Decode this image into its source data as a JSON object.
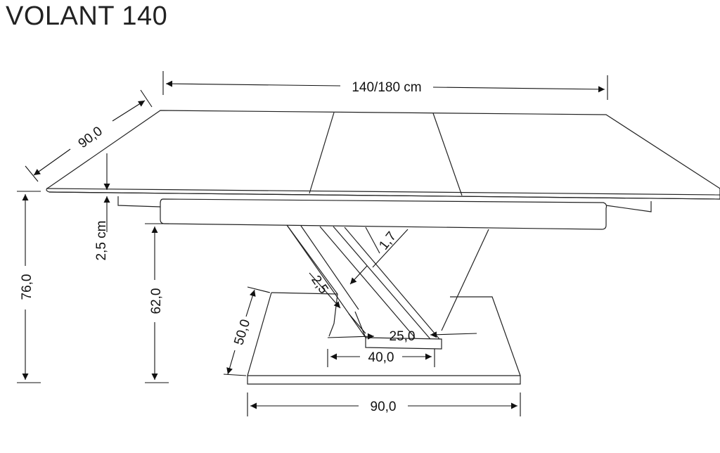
{
  "title": "VOLANT 140",
  "dimensions": {
    "length": "140/180 cm",
    "depth": "90,0",
    "top_thickness": "2,5 cm",
    "total_height": "76,0",
    "leg_height": "62,0",
    "base_depth": "50,0",
    "base_width": "90,0",
    "leg_plate_thickness_a": "1,7",
    "leg_plate_thickness_b": "2,5",
    "leg_foot_inner": "25,0",
    "leg_foot_outer": "40,0"
  }
}
